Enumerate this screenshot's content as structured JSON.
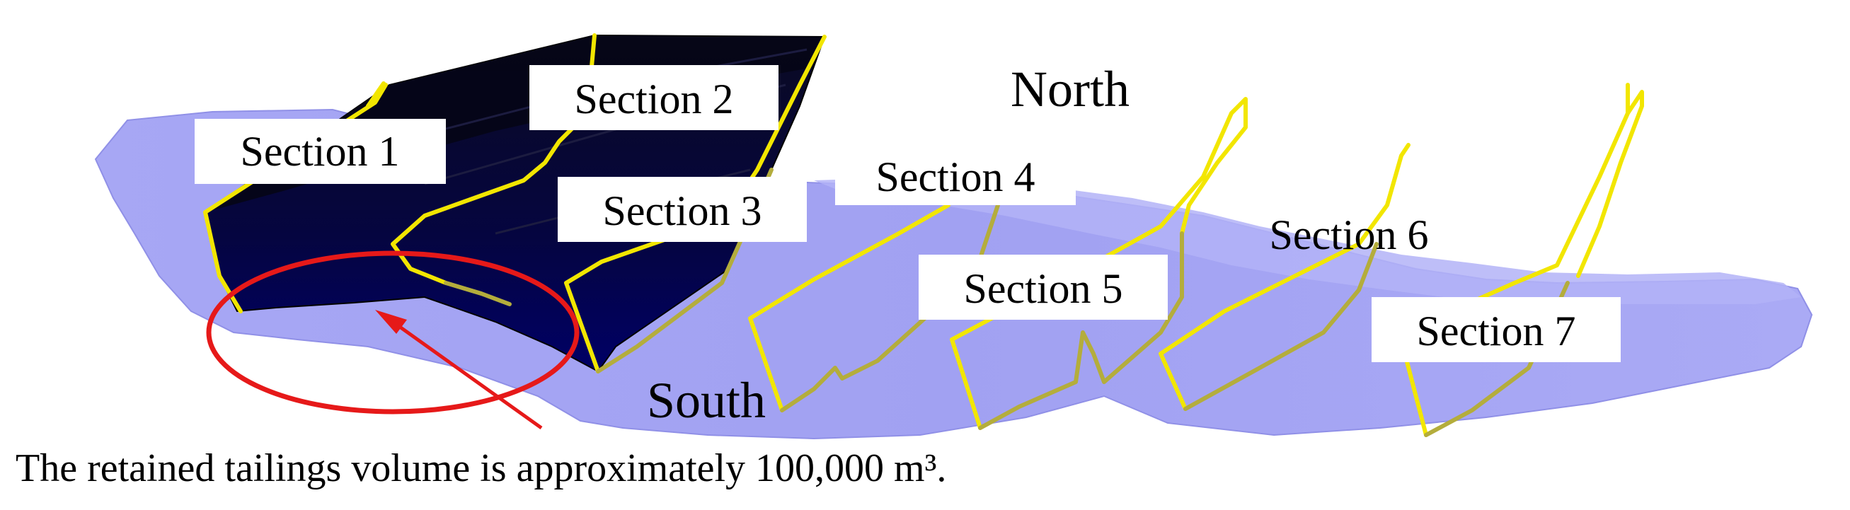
{
  "labels": {
    "north": "North",
    "south": "South",
    "sections": [
      "Section 1",
      "Section 2",
      "Section 3",
      "Section 4",
      "Section 5",
      "Section 6",
      "Section 7"
    ]
  },
  "caption": "The retained tailings volume is approximately 100,000 m³.",
  "colors": {
    "terrain": "#9c9cf2",
    "terrain_edge": "#8b8be6",
    "tailings_dark": "#070733",
    "tailings_mid": "#000066",
    "section_outline": "#f2e600",
    "section_outline_shaded": "#b4ad3c",
    "callout": "#e61919"
  }
}
